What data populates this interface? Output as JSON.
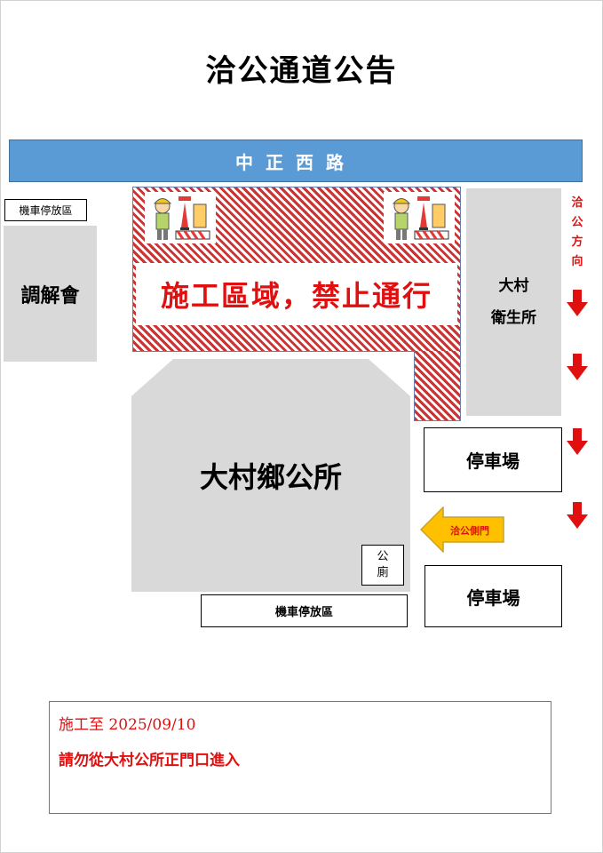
{
  "title": "洽公通道公告",
  "road": "中正西路",
  "moto_parking_left": "機車停放區",
  "mediation": "調解會",
  "construction_warning": "施工區域，禁止通行",
  "health_center": [
    "大村",
    "衛生所"
  ],
  "direction_label": [
    "洽",
    "公",
    "方",
    "向"
  ],
  "township_office": "大村鄉公所",
  "toilet": [
    "公",
    "廁"
  ],
  "parking_top": "停車場",
  "parking_bottom": "停車場",
  "side_door": "洽公側門",
  "moto_parking_bottom": "機車停放區",
  "notice": {
    "line1": "施工至 2025/09/10",
    "line2": "請勿從大村公所正門口進入"
  },
  "colors": {
    "road_blue": "#5b9bd5",
    "warning_red": "#e01010",
    "hatch_red": "#cc3333",
    "building_gray": "#d9d9d9",
    "arrow_yellow": "#ffc000"
  },
  "icons": [
    "construction-worker-icon",
    "traffic-cone-icon",
    "road-barrier-icon",
    "down-arrow-icon",
    "left-arrow-icon"
  ]
}
